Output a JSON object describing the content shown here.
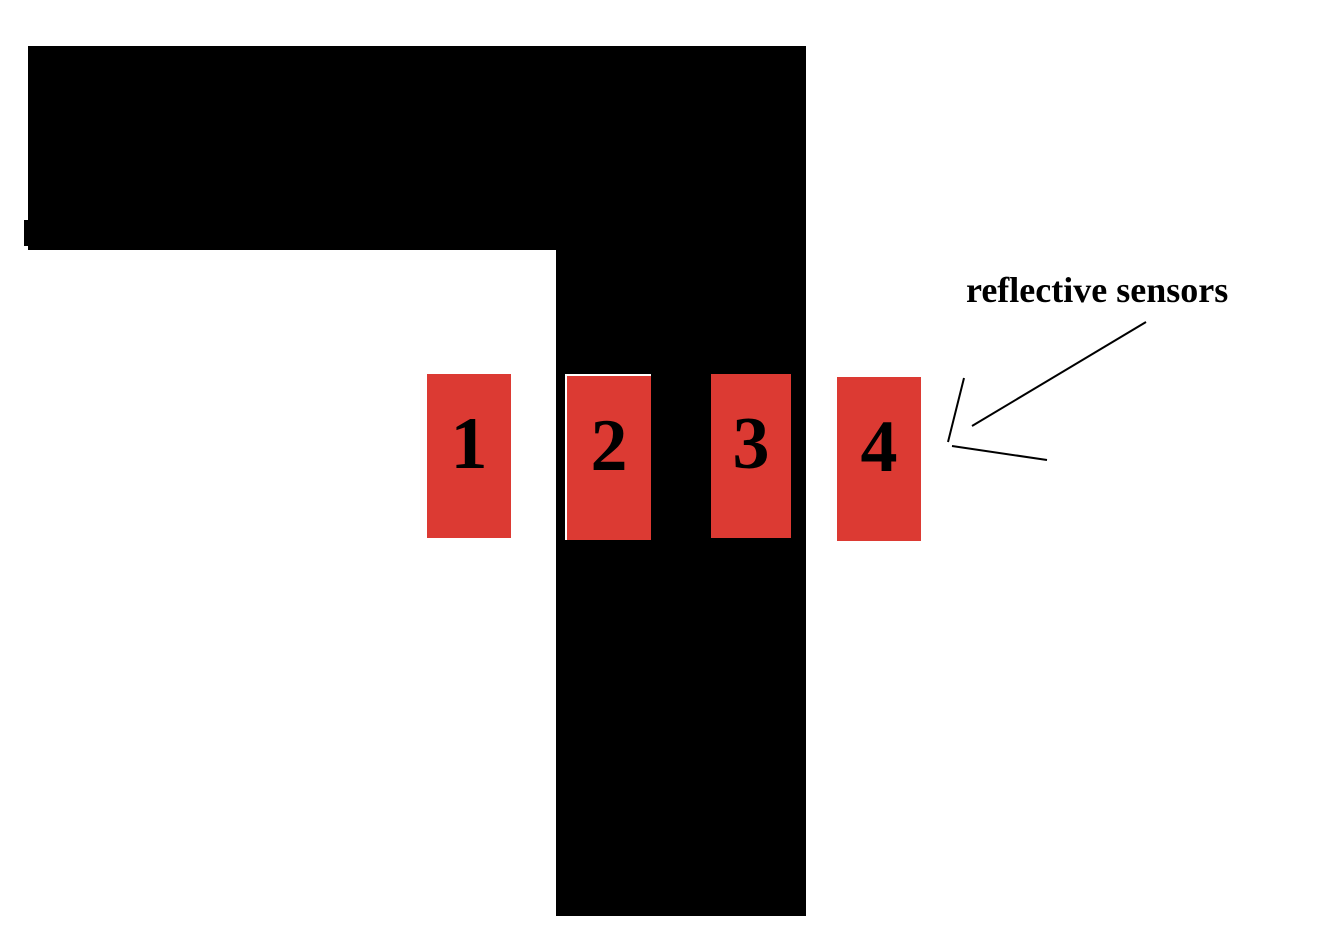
{
  "colors": {
    "background": "#ffffff",
    "track": "#000000",
    "sensor": "#dc3a33",
    "label_text": "#000000",
    "annotation_line": "#000000"
  },
  "sensors": [
    {
      "label": "1"
    },
    {
      "label": "2"
    },
    {
      "label": "3"
    },
    {
      "label": "4"
    }
  ],
  "annotation": {
    "text": "reflective sensors",
    "icon": "arrow-pointer-icon"
  }
}
